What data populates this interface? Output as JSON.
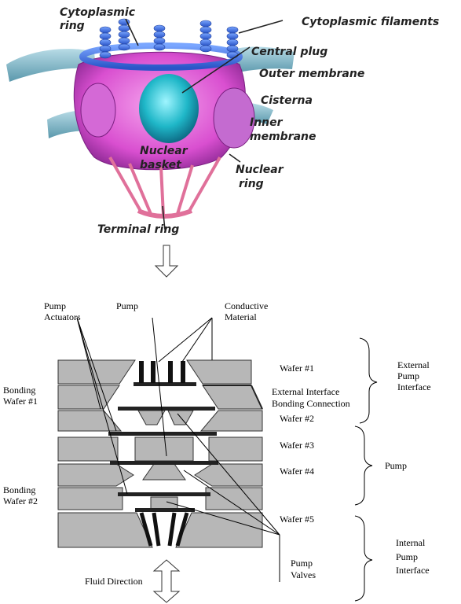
{
  "top": {
    "cytoplasmic_ring": [
      "Cytoplasmic",
      "ring"
    ],
    "cytoplasmic_filaments": "Cytoplasmic filaments",
    "central_plug": "Central plug",
    "outer_membrane": "Outer membrane",
    "cisterna": "Cisterna",
    "inner_membrane": [
      "Inner",
      "membrane"
    ],
    "nuclear_basket": [
      "Nuclear",
      "basket"
    ],
    "nuclear_ring": [
      "Nuclear",
      "ring"
    ],
    "terminal_ring": "Terminal ring"
  },
  "bottom": {
    "pump_actuators": [
      "Pump",
      "Actuators"
    ],
    "pump": "Pump",
    "conductive_material": [
      "Conductive",
      "Material"
    ],
    "bonding_wafer_1": [
      "Bonding",
      "Wafer #1"
    ],
    "bonding_wafer_2": [
      "Bonding",
      "Wafer #2"
    ],
    "wafer_1": "Wafer #1",
    "external_interface_bonding": [
      "External Interface",
      "Bonding Connection"
    ],
    "wafer_2": "Wafer #2",
    "wafer_3": "Wafer #3",
    "wafer_4": "Wafer #4",
    "wafer_5": "Wafer #5",
    "external_pump_interface": [
      "External",
      "Pump",
      "Interface"
    ],
    "pump_group": "Pump",
    "internal_pump_interface": [
      "Internal",
      "Pump",
      "Interface"
    ],
    "pump_valves": [
      "Pump",
      "Valves"
    ],
    "fluid_direction": "Fluid Direction"
  },
  "colors": {
    "wafer_gray": "#b7b7b7",
    "membrane_teal": "#78b4c4",
    "pore_magenta": "#d94fd0",
    "filament_blue": "#4e7fe0",
    "plug_cyan": "#1fb7c8",
    "basket_pink": "#e0709a"
  }
}
